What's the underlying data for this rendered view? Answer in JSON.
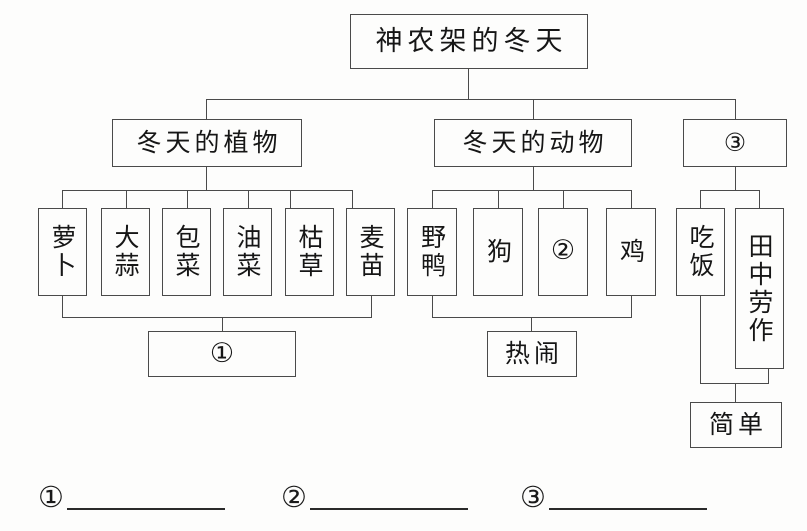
{
  "diagram": {
    "type": "hierarchical-tree-mindmap",
    "root": {
      "label": "神农架的冬天"
    },
    "level2": [
      {
        "id": "plants",
        "label": "冬天的植物"
      },
      {
        "id": "animals",
        "label": "冬天的动物"
      },
      {
        "id": "blank3",
        "label": "③"
      }
    ],
    "plants_children": [
      {
        "label": "萝卜"
      },
      {
        "label": "大蒜"
      },
      {
        "label": "包菜"
      },
      {
        "label": "油菜"
      },
      {
        "label": "枯草"
      },
      {
        "label": "麦苗"
      }
    ],
    "plants_summary": {
      "label": "①"
    },
    "animals_children": [
      {
        "label": "野鸭"
      },
      {
        "label": "狗"
      },
      {
        "label": "②"
      },
      {
        "label": "鸡"
      }
    ],
    "animals_summary": {
      "label": "热闹"
    },
    "blank3_children": [
      {
        "label": "吃饭"
      },
      {
        "label": "田中劳作"
      }
    ],
    "blank3_summary": {
      "label": "简单"
    }
  },
  "answer_blanks": [
    {
      "num": "①"
    },
    {
      "num": "②"
    },
    {
      "num": "③"
    }
  ],
  "colors": {
    "ink": "#161616",
    "line": "#4a4a4a",
    "paper": "#fdfdfc"
  }
}
